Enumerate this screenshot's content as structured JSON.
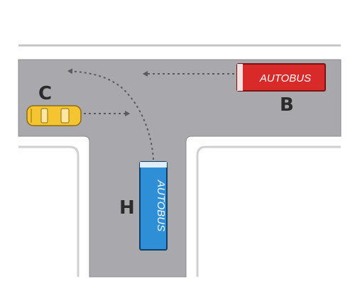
{
  "colors": {
    "road": "#a9a9ad",
    "road_edge": "#8c8c90",
    "curb": "#ffffff",
    "border": "#c6c6c6",
    "arrow": "#5a5a5a",
    "bus_b": "#d92a2a",
    "bus_h": "#2f8fd6",
    "car_c": "#f4c531"
  },
  "vehicles": {
    "bus_b": {
      "label": "B",
      "text": "AUTOBUS"
    },
    "bus_h": {
      "label": "H",
      "text": "AUTOBUS"
    },
    "car_c": {
      "label": "C"
    }
  }
}
